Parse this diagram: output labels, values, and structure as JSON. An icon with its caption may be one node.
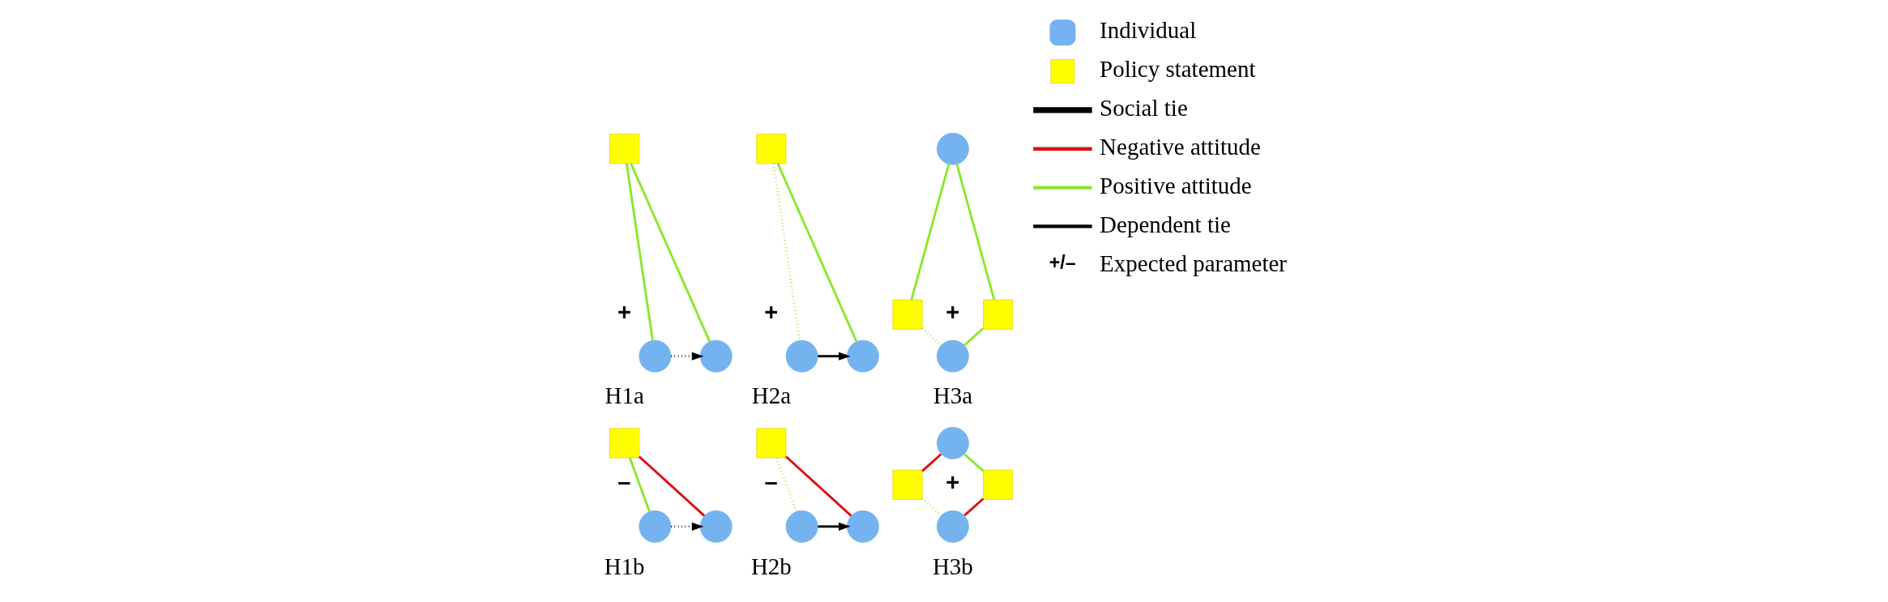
{
  "diagram": {
    "nodes": [
      {
        "text": [],
        "shape": "box"
      },
      {
        "text": [],
        "shape": "circle"
      },
      {
        "text": [],
        "shape": "circle"
      },
      {
        "text": [],
        "shape": "box"
      },
      {
        "text": [],
        "shape": "circle"
      },
      {
        "text": [],
        "shape": "circle"
      },
      {
        "text": [],
        "shape": "circle"
      },
      {
        "text": [],
        "shape": "box"
      },
      {
        "text": [],
        "shape": "box"
      },
      {
        "text": [],
        "shape": "circle"
      },
      {
        "text": [],
        "shape": "box"
      },
      {
        "text": [],
        "shape": "circle"
      },
      {
        "text": [],
        "shape": "circle"
      },
      {
        "text": [],
        "shape": "box"
      },
      {
        "text": [],
        "shape": "circle"
      },
      {
        "text": [],
        "shape": "circle"
      },
      {
        "text": [],
        "shape": "circle"
      },
      {
        "text": [],
        "shape": "box"
      },
      {
        "text": [],
        "shape": "box"
      },
      {
        "text": [],
        "shape": "circle"
      }
    ],
    "edges": [
      {
        "from": 0,
        "to": 1,
        "arrow": "none",
        "color": "#8ee62e"
      },
      {
        "from": 0,
        "to": 2,
        "arrow": "none",
        "color": "#8ee62e"
      },
      {
        "from": 1,
        "to": 2,
        "arrow": "to",
        "style": "dashed",
        "color": "#000000"
      },
      {
        "from": 3,
        "to": 4,
        "arrow": "none",
        "style": "dashed",
        "color": "#8ee62e"
      },
      {
        "from": 3,
        "to": 5,
        "arrow": "none",
        "color": "#8ee62e"
      },
      {
        "from": 4,
        "to": 5,
        "arrow": "to",
        "color": "#000000"
      },
      {
        "from": 6,
        "to": 7,
        "arrow": "none",
        "color": "#8ee62e"
      },
      {
        "from": 6,
        "to": 8,
        "arrow": "none",
        "color": "#8ee62e"
      },
      {
        "from": 7,
        "to": 9,
        "arrow": "none",
        "style": "dashed",
        "color": "#8ee62e"
      },
      {
        "from": 8,
        "to": 9,
        "arrow": "none",
        "color": "#8ee62e"
      },
      {
        "from": 10,
        "to": 11,
        "arrow": "none",
        "color": "#8ee62e"
      },
      {
        "from": 10,
        "to": 12,
        "arrow": "none",
        "color": "#dd1111"
      },
      {
        "from": 11,
        "to": 12,
        "arrow": "to",
        "style": "dashed",
        "color": "#000000"
      },
      {
        "from": 13,
        "to": 14,
        "arrow": "none",
        "style": "dashed",
        "color": "#8ee62e"
      },
      {
        "from": 13,
        "to": 15,
        "arrow": "none",
        "color": "#dd1111"
      },
      {
        "from": 14,
        "to": 15,
        "arrow": "to",
        "color": "#000000"
      },
      {
        "from": 16,
        "to": 17,
        "arrow": "none",
        "color": "#dd1111"
      },
      {
        "from": 16,
        "to": 18,
        "arrow": "none",
        "color": "#8ee62e"
      },
      {
        "from": 17,
        "to": 19,
        "arrow": "none",
        "style": "dashed",
        "color": "#8ee62e"
      },
      {
        "from": 18,
        "to": 19,
        "arrow": "none",
        "color": "#dd1111"
      }
    ],
    "labels": [
      "+",
      "+",
      "+",
      "H1a",
      "H2a",
      "H3a",
      "–",
      "–",
      "+",
      "H1b",
      "H2b",
      "H3b",
      "+/–"
    ],
    "legend": [
      {
        "text": "Individual"
      },
      {
        "text": "Policy statement"
      },
      {
        "text": "Social tie"
      },
      {
        "text": "Negative attitude",
        "color": "#dd1111"
      },
      {
        "text": "Positive attitude",
        "color": "#8ee62e"
      },
      {
        "text": "Dependent tie"
      },
      {
        "text": "Expected parameter"
      }
    ]
  }
}
